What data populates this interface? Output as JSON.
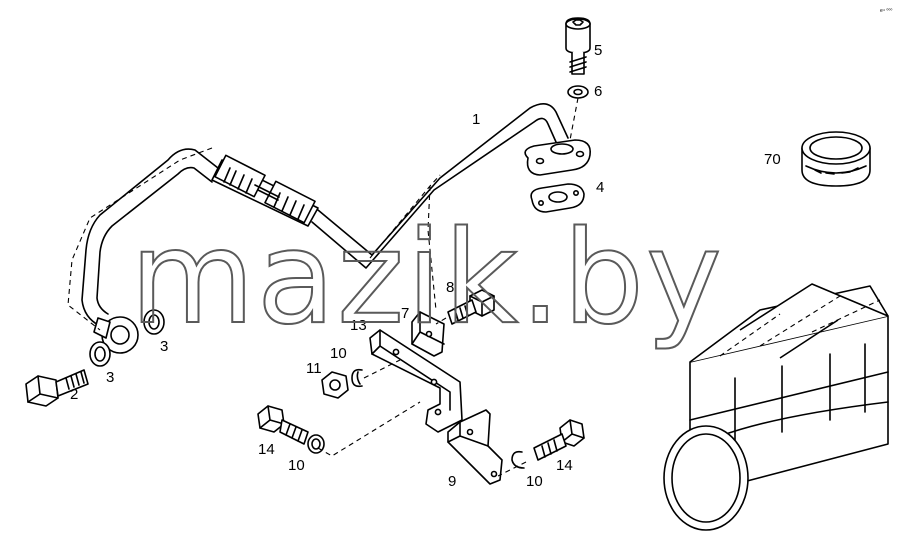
{
  "corner_code": "e⁴ ⁰⁰⁰",
  "watermark": "mazik.by",
  "callouts": {
    "c1": "1",
    "c2": "2",
    "c3a": "3",
    "c3b": "3",
    "c4": "4",
    "c5": "5",
    "c6": "6",
    "c7": "7",
    "c8": "8",
    "c9": "9",
    "c10a": "10",
    "c10b": "10",
    "c10c": "10",
    "c11": "11",
    "c13": "13",
    "c14a": "14",
    "c14b": "14",
    "c70": "70"
  }
}
